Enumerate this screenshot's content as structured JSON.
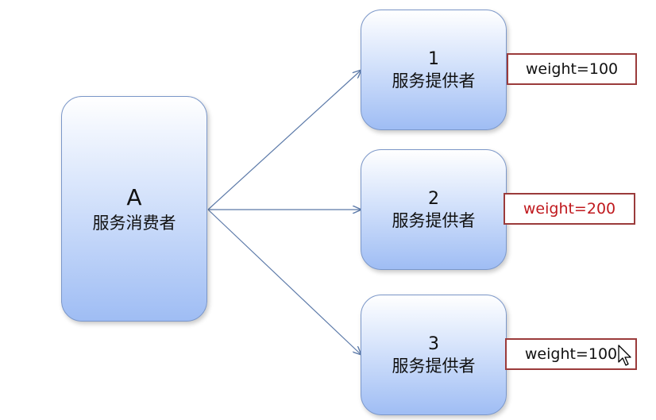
{
  "consumer": {
    "letter": "A",
    "label": "服务消费者"
  },
  "providers": [
    {
      "num": "1",
      "label": "服务提供者",
      "weight": "weight=100",
      "weight_color": "#111111"
    },
    {
      "num": "2",
      "label": "服务提供者",
      "weight": "weight=200",
      "weight_color": "#c0191e"
    },
    {
      "num": "3",
      "label": "服务提供者",
      "weight": "weight=100",
      "weight_color": "#111111"
    }
  ],
  "colors": {
    "node_border": "#7b97c9",
    "arrow": "#5b79a8",
    "weight_border": "#9b3b3b"
  }
}
